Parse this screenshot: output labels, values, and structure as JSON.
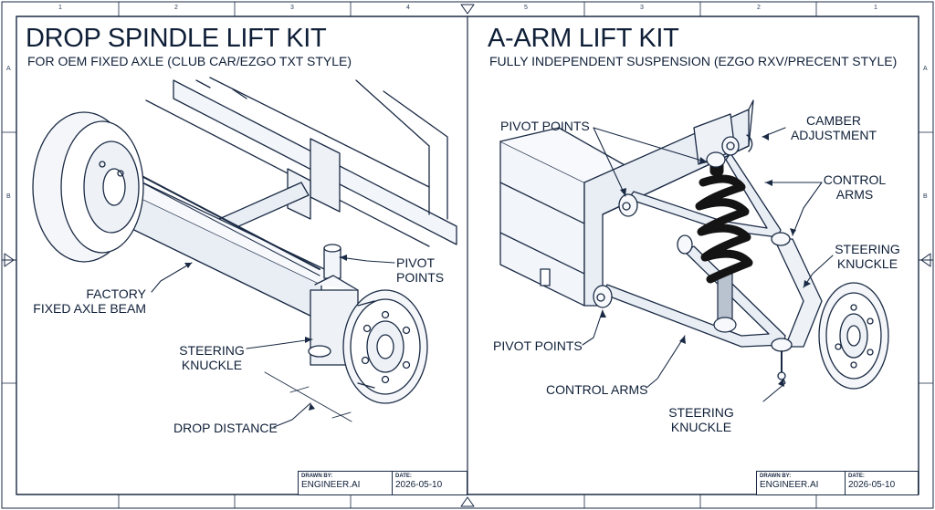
{
  "left_panel": {
    "title": "DROP SPINDLE LIFT KIT",
    "subtitle": "FOR OEM FIXED AXLE (CLUB CAR/EZGO TXT STYLE)",
    "callouts": {
      "pivot_points": [
        "PIVOT",
        "POINTS"
      ],
      "factory_axle": [
        "FACTORY",
        "FIXED AXLE BEAM"
      ],
      "steering_knuckle": [
        "STEERING",
        "KNUCKLE"
      ],
      "drop_distance": "DROP DISTANCE"
    },
    "title_block": {
      "drawn_by_label": "DRAWN BY:",
      "drawn_by": "ENGINEER.AI",
      "date_label": "DATE:",
      "date": "2026-05-10"
    }
  },
  "right_panel": {
    "title": "A-ARM LIFT KIT",
    "subtitle": "FULLY INDEPENDENT SUSPENSION (EZGO RXV/PRECENT STYLE)",
    "callouts": {
      "pivot_points_top": "PIVOT POINTS",
      "camber": [
        "CAMBER",
        "ADJUSTMENT"
      ],
      "control_arms_top": [
        "CONTROL",
        "ARMS"
      ],
      "steering_knuckle_right": [
        "STEERING",
        "KNUCKLE"
      ],
      "pivot_points_bottom": "PIVOT POINTS",
      "control_arms_bottom": "CONTROL ARMS",
      "steering_knuckle_bottom": [
        "STEERING",
        "KNUCKLE"
      ]
    },
    "title_block": {
      "drawn_by_label": "DRAWN BY:",
      "drawn_by": "ENGINEER.AI",
      "date_label": "DATE:",
      "date": "2026-05-10"
    }
  },
  "border": {
    "top_numbers": [
      "1",
      "2",
      "3",
      "4",
      "5",
      "3",
      "2",
      "1"
    ],
    "row_letters": [
      "A",
      "B"
    ]
  },
  "colors": {
    "ink": "#0f1f38",
    "line": "#1a2a44",
    "metal_fill": "#e9eef5",
    "spring": "#141414"
  }
}
